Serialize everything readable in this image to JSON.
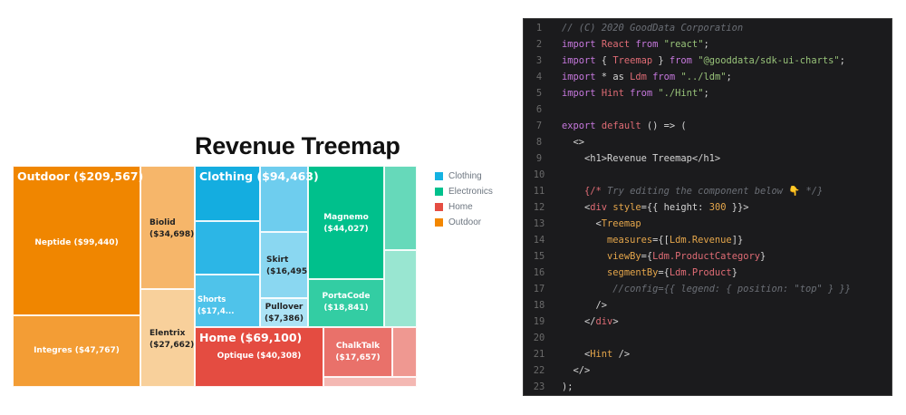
{
  "chart": {
    "title": "Revenue Treemap",
    "legend": [
      {
        "label": "Clothing",
        "color": "#14b2e2"
      },
      {
        "label": "Electronics",
        "color": "#00c18d"
      },
      {
        "label": "Home",
        "color": "#e54d42"
      },
      {
        "label": "Outdoor",
        "color": "#f38700"
      }
    ],
    "groups": {
      "outdoor": "Outdoor ($209,567)",
      "clothing": "Clothing ($94,463)",
      "home": "Home ($69,100)"
    },
    "cells": {
      "neptide": "Neptide ($99,440)",
      "integres": "Integres ($47,767)",
      "biolid": "Biolid\n($34,698)",
      "elentrix": "Elentrix\n($27,662)",
      "shorts": "Shorts ($17,4...",
      "skirt": "Skirt\n($16,495)",
      "pullover": "Pullover\n($7,386)",
      "magnemo": "Magnemo\n($44,027)",
      "portacode": "PortaCode\n($18,841)",
      "optique": "Optique ($40,308)",
      "chalktalk": "ChalkTalk\n($17,657)"
    }
  },
  "chart_data": {
    "type": "treemap",
    "title": "Revenue Treemap",
    "legend_position": "right",
    "categories": [
      "Clothing",
      "Electronics",
      "Home",
      "Outdoor"
    ],
    "series": [
      {
        "name": "Outdoor",
        "total": 209567,
        "items": [
          {
            "label": "Neptide",
            "value": 99440
          },
          {
            "label": "Integres",
            "value": 47767
          },
          {
            "label": "Biolid",
            "value": 34698
          },
          {
            "label": "Elentrix",
            "value": 27662
          }
        ]
      },
      {
        "name": "Clothing",
        "total": 94463,
        "items": [
          {
            "label": "Shorts",
            "value": 17400
          },
          {
            "label": "Skirt",
            "value": 16495
          },
          {
            "label": "Pullover",
            "value": 7386
          }
        ]
      },
      {
        "name": "Electronics",
        "items": [
          {
            "label": "Magnemo",
            "value": 44027
          },
          {
            "label": "PortaCode",
            "value": 18841
          }
        ]
      },
      {
        "name": "Home",
        "total": 69100,
        "items": [
          {
            "label": "Optique",
            "value": 40308
          },
          {
            "label": "ChalkTalk",
            "value": 17657
          }
        ]
      }
    ]
  },
  "editor": {
    "lines": [
      {
        "n": "1"
      },
      {
        "n": "2"
      },
      {
        "n": "3"
      },
      {
        "n": "4"
      },
      {
        "n": "5"
      },
      {
        "n": "6"
      },
      {
        "n": "7"
      },
      {
        "n": "8"
      },
      {
        "n": "9"
      },
      {
        "n": "10"
      },
      {
        "n": "11"
      },
      {
        "n": "12"
      },
      {
        "n": "13"
      },
      {
        "n": "14"
      },
      {
        "n": "15"
      },
      {
        "n": "16"
      },
      {
        "n": "17"
      },
      {
        "n": "18"
      },
      {
        "n": "19"
      },
      {
        "n": "20"
      },
      {
        "n": "21"
      },
      {
        "n": "22"
      },
      {
        "n": "23"
      }
    ],
    "tokens": {
      "l1": [
        "// (C) 2020 GoodData Corporation"
      ],
      "l2": [
        "import",
        " ",
        "React",
        " ",
        "from",
        " ",
        "\"react\"",
        ";"
      ],
      "l3": [
        "import",
        " { ",
        "Treemap",
        " } ",
        "from",
        " ",
        "\"@gooddata/sdk-ui-charts\"",
        ";"
      ],
      "l4": [
        "import",
        " * as ",
        "Ldm",
        " ",
        "from",
        " ",
        "\"../ldm\"",
        ";"
      ],
      "l5": [
        "import",
        " ",
        "Hint",
        " ",
        "from",
        " ",
        "\"./Hint\"",
        ";"
      ],
      "l7": [
        "export",
        " ",
        "default",
        " () => ("
      ],
      "l8": [
        "  <>"
      ],
      "l9": [
        "    <h1>Revenue Treemap</h1>"
      ],
      "l11": [
        "    {/*",
        " Try editing the component below ",
        "👇",
        " */}"
      ],
      "l12": [
        "    <",
        "div",
        " ",
        "style",
        "={{ height: ",
        "300",
        " }}>"
      ],
      "l13": [
        "      <",
        "Treemap"
      ],
      "l14": [
        "        ",
        "measures",
        "={[",
        "Ldm.Revenue",
        "]}"
      ],
      "l15": [
        "        ",
        "viewBy",
        "={",
        "Ldm.ProductCategory",
        "}"
      ],
      "l16": [
        "        ",
        "segmentBy",
        "={",
        "Ldm.Product",
        "}"
      ],
      "l17": [
        "         //config={{ legend: { position: \"top\" } }}"
      ],
      "l18": [
        "      />"
      ],
      "l19": [
        "    </",
        "div",
        ">"
      ],
      "l21": [
        "    <",
        "Hint",
        " />"
      ],
      "l22": [
        "  </>"
      ],
      "l23": [
        ");"
      ]
    }
  }
}
